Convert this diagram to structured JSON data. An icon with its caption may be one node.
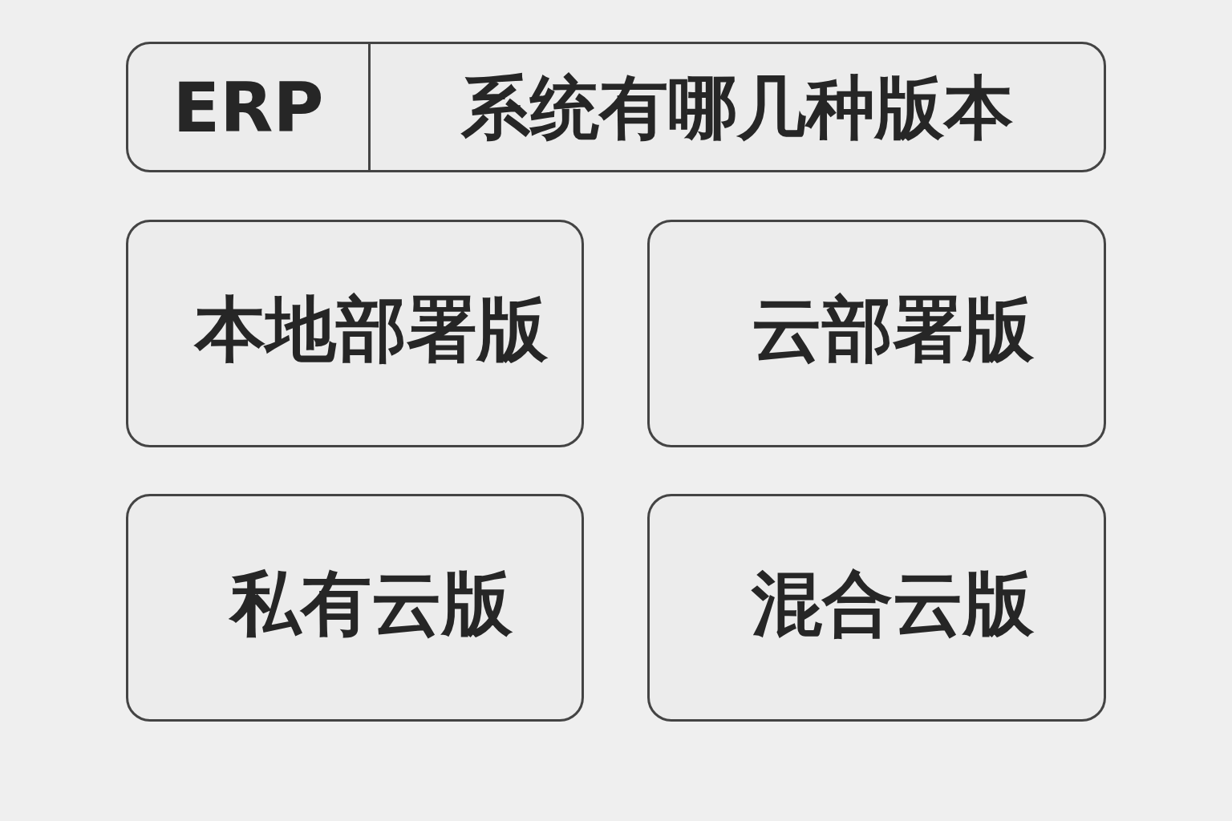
{
  "diagram": {
    "nodes": [
      {
        "text": [
          "ERP",
          "系统有哪几种版本"
        ]
      },
      {
        "text": [
          "本地部署版"
        ]
      },
      {
        "text": [
          "云部署版"
        ]
      },
      {
        "text": [
          "私有云版"
        ]
      },
      {
        "text": [
          "混合云版"
        ]
      }
    ]
  }
}
